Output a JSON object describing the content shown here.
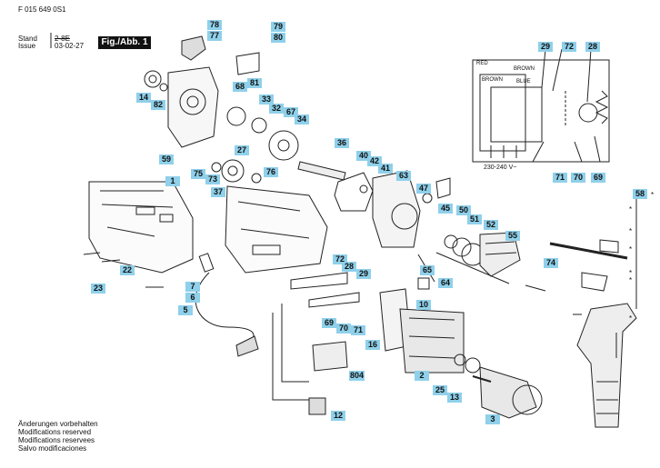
{
  "header": {
    "doc_number": "F 015 649 0S1",
    "stand_label": "Stand",
    "issue_label": "Issue",
    "stand_struck": "2-8E",
    "issue_date": "03-02-27",
    "fig_label": "Fig./Abb. 1"
  },
  "notes": [
    "Änderungen vorbehalten",
    "Modifications reserved",
    "Modifications reservees",
    "Salvo modificaciones"
  ],
  "wiring": {
    "red": "RED",
    "brown_top": "BROWN",
    "brown_left": "BROWN",
    "blue": "BLUE",
    "voltage": "230-240 V~"
  },
  "part_tags": [
    {
      "id": "59"
    },
    {
      "id": "1"
    },
    {
      "id": "78"
    },
    {
      "id": "77"
    },
    {
      "id": "79"
    },
    {
      "id": "80"
    },
    {
      "id": "68"
    },
    {
      "id": "81"
    },
    {
      "id": "14"
    },
    {
      "id": "82"
    },
    {
      "id": "33"
    },
    {
      "id": "32"
    },
    {
      "id": "67"
    },
    {
      "id": "34"
    },
    {
      "id": "27"
    },
    {
      "id": "36"
    },
    {
      "id": "75"
    },
    {
      "id": "73"
    },
    {
      "id": "37"
    },
    {
      "id": "76"
    },
    {
      "id": "40"
    },
    {
      "id": "42"
    },
    {
      "id": "41"
    },
    {
      "id": "63"
    },
    {
      "id": "47"
    },
    {
      "id": "45"
    },
    {
      "id": "50"
    },
    {
      "id": "51"
    },
    {
      "id": "52"
    },
    {
      "id": "55"
    },
    {
      "id": "74"
    },
    {
      "id": "29"
    },
    {
      "id": "72"
    },
    {
      "id": "28"
    },
    {
      "id": "71"
    },
    {
      "id": "70"
    },
    {
      "id": "69"
    },
    {
      "id": "58"
    },
    {
      "id": "22"
    },
    {
      "id": "23"
    },
    {
      "id": "7"
    },
    {
      "id": "6"
    },
    {
      "id": "5"
    },
    {
      "id": "72"
    },
    {
      "id": "28"
    },
    {
      "id": "29"
    },
    {
      "id": "65"
    },
    {
      "id": "64"
    },
    {
      "id": "10"
    },
    {
      "id": "69"
    },
    {
      "id": "70"
    },
    {
      "id": "71"
    },
    {
      "id": "16"
    },
    {
      "id": "804"
    },
    {
      "id": "2"
    },
    {
      "id": "25"
    },
    {
      "id": "13"
    },
    {
      "id": "12"
    },
    {
      "id": "3"
    }
  ]
}
